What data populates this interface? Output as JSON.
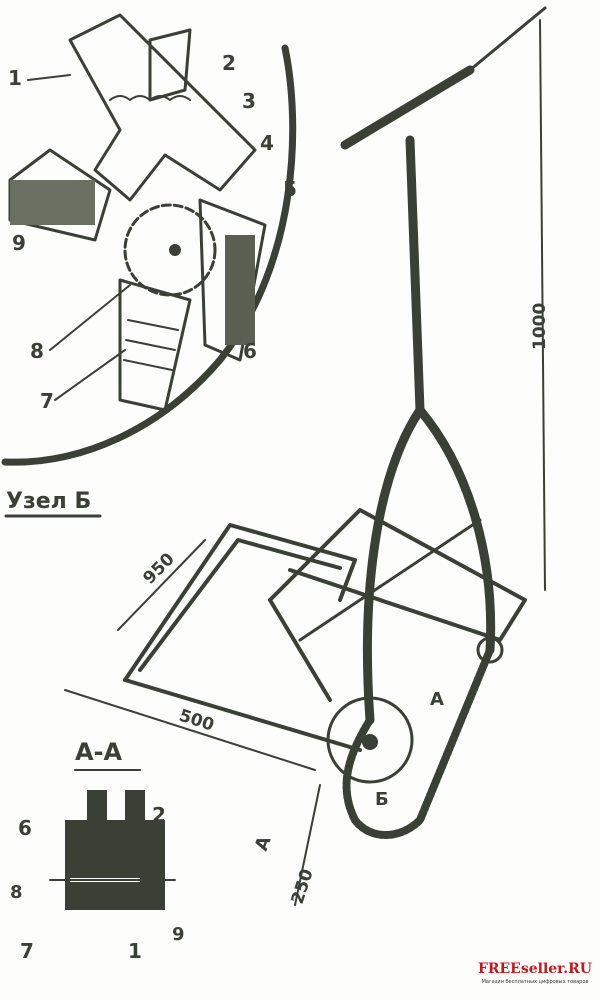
{
  "detail_b": {
    "title": "Узел Б",
    "callouts": [
      "1",
      "2",
      "3",
      "4",
      "5",
      "6",
      "7",
      "8",
      "9"
    ]
  },
  "section_aa": {
    "title": "А-А",
    "callouts": [
      "6",
      "2",
      "8",
      "9",
      "7",
      "1"
    ]
  },
  "dimensions": {
    "height": "1000",
    "frame_width": "950",
    "frame_length": "500",
    "wheel_offset": "250"
  },
  "markers": {
    "section_a_top": "А",
    "section_a_bottom": "А",
    "node_b": "Б"
  },
  "watermark": {
    "brand": "FREEseller.RU",
    "tagline": "Магазин бесплатных цифровых товаров",
    "brand_color": "#c4161c"
  },
  "colors": {
    "ink": "#3b4036",
    "paper": "#fdfdfb"
  }
}
